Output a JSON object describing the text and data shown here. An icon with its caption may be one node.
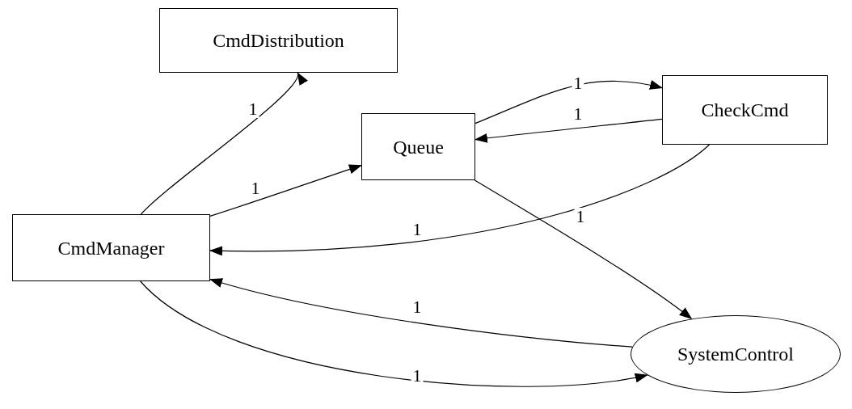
{
  "diagram": {
    "nodes": [
      {
        "text": [
          "CmdDistribution"
        ]
      },
      {
        "text": [
          "Queue"
        ]
      },
      {
        "text": [
          "CheckCmd"
        ]
      },
      {
        "text": [
          "CmdManager"
        ]
      },
      {
        "text": [
          "SystemControl"
        ]
      }
    ],
    "edges": [
      {
        "from": 3,
        "to": 0,
        "arrow": "to",
        "label": "1"
      },
      {
        "from": 3,
        "to": 1,
        "arrow": "to",
        "label": "1"
      },
      {
        "from": 1,
        "to": 2,
        "arrow": "to",
        "label": "1"
      },
      {
        "from": 2,
        "to": 1,
        "arrow": "to",
        "label": "1"
      },
      {
        "from": 2,
        "to": 3,
        "arrow": "to",
        "label": "1"
      },
      {
        "from": 1,
        "to": 4,
        "arrow": "to",
        "label": "1"
      },
      {
        "from": 4,
        "to": 3,
        "arrow": "to",
        "label": "1"
      },
      {
        "from": 3,
        "to": 4,
        "arrow": "to",
        "label": "1"
      }
    ]
  }
}
